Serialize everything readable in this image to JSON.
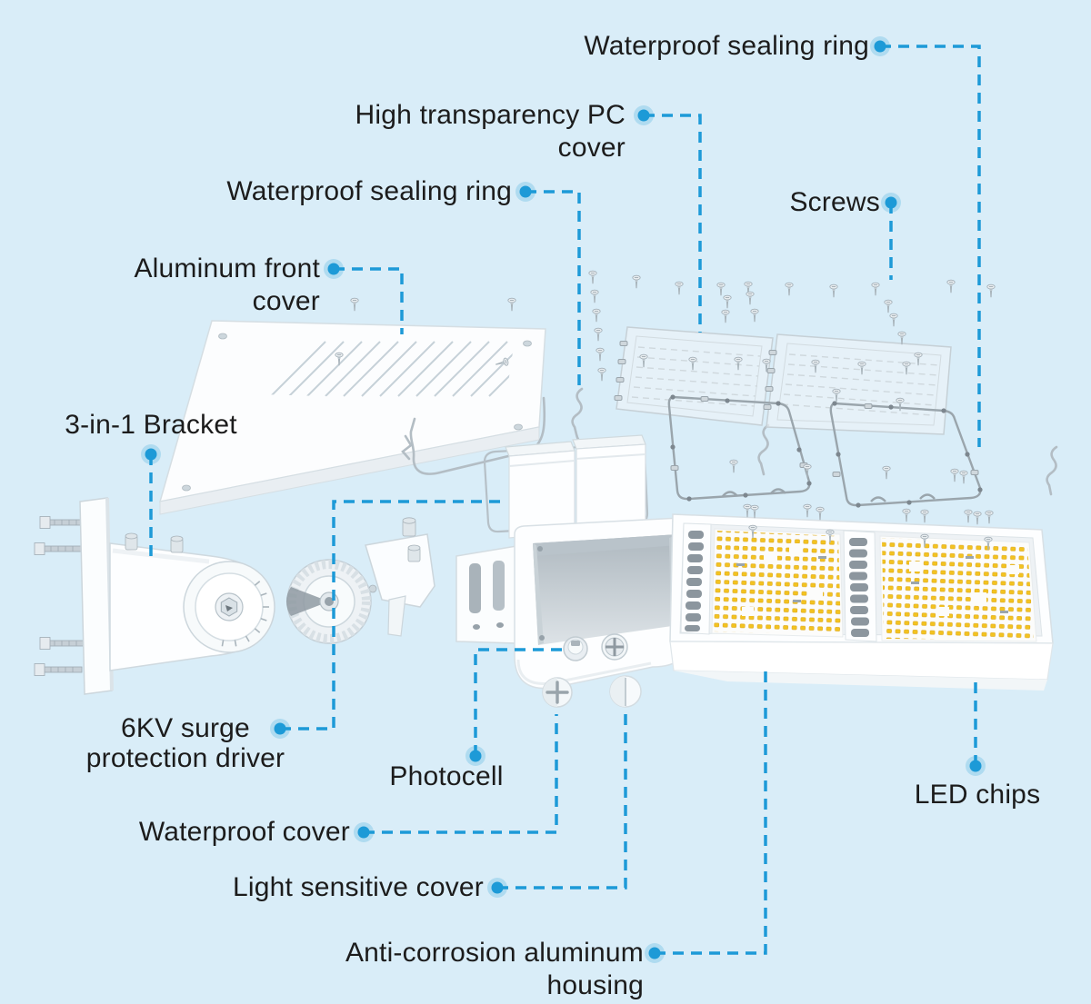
{
  "colors": {
    "accent": "#1d9ad7",
    "background": "#d9edf8",
    "text": "#1c1c1c",
    "led_yellow": "#f3c320"
  },
  "labels": {
    "waterproof_sealing_ring_top": "Waterproof sealing ring",
    "high_transparency_pc_cover": "High transparency PC cover",
    "waterproof_sealing_ring_left": "Waterproof sealing ring",
    "screws": "Screws",
    "aluminum_front_cover": "Aluminum front cover",
    "bracket_3in1": "3-in-1 Bracket",
    "surge_driver": "6KV surge\nprotection driver",
    "photocell": "Photocell",
    "led_chips": "LED chips",
    "waterproof_cover": "Waterproof cover",
    "light_sensitive_cover": "Light sensitive cover",
    "anti_corrosion_housing": "Anti-corrosion aluminum housing"
  }
}
